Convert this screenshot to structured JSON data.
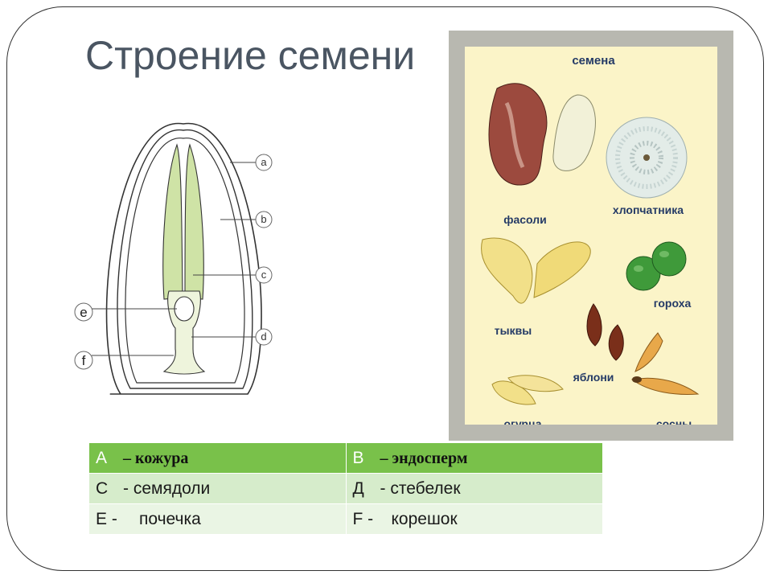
{
  "slide": {
    "title": "Строение семени"
  },
  "diagram": {
    "labels": {
      "a": "a",
      "b": "b",
      "c": "c",
      "d": "d",
      "e": "e",
      "f": "f"
    }
  },
  "seeds_panel": {
    "heading": "семена",
    "items": [
      {
        "name": "фасоли",
        "icon": "bean-seed-icon"
      },
      {
        "name": "хлопчатника",
        "icon": "cotton-seed-icon"
      },
      {
        "name": "тыквы",
        "icon": "pumpkin-seed-icon"
      },
      {
        "name": "гороха",
        "icon": "pea-seed-icon"
      },
      {
        "name": "яблони",
        "icon": "apple-seed-icon"
      },
      {
        "name": "огурца",
        "icon": "cucumber-seed-icon"
      },
      {
        "name": "сосны",
        "icon": "pine-seed-icon"
      }
    ]
  },
  "legend_table": {
    "rows": [
      [
        {
          "letter": "A",
          "text": "– кожура"
        },
        {
          "letter": "B",
          "text": "– эндосперм"
        }
      ],
      [
        {
          "letter": "С",
          "text": "- семядоли"
        },
        {
          "letter": "Д",
          "text": "-  стебелек"
        }
      ],
      [
        {
          "letter": "Е -",
          "text": "почечка"
        },
        {
          "letter": "F -",
          "text": "корешок"
        }
      ]
    ]
  },
  "colors": {
    "header_green": "#79c14a",
    "row_light_green": "#d6eccb",
    "row_pale_green": "#eaf5e4",
    "title_gray": "#4a5562",
    "seed_label_blue": "#243a66",
    "panel_cream": "#fbf4c8"
  }
}
